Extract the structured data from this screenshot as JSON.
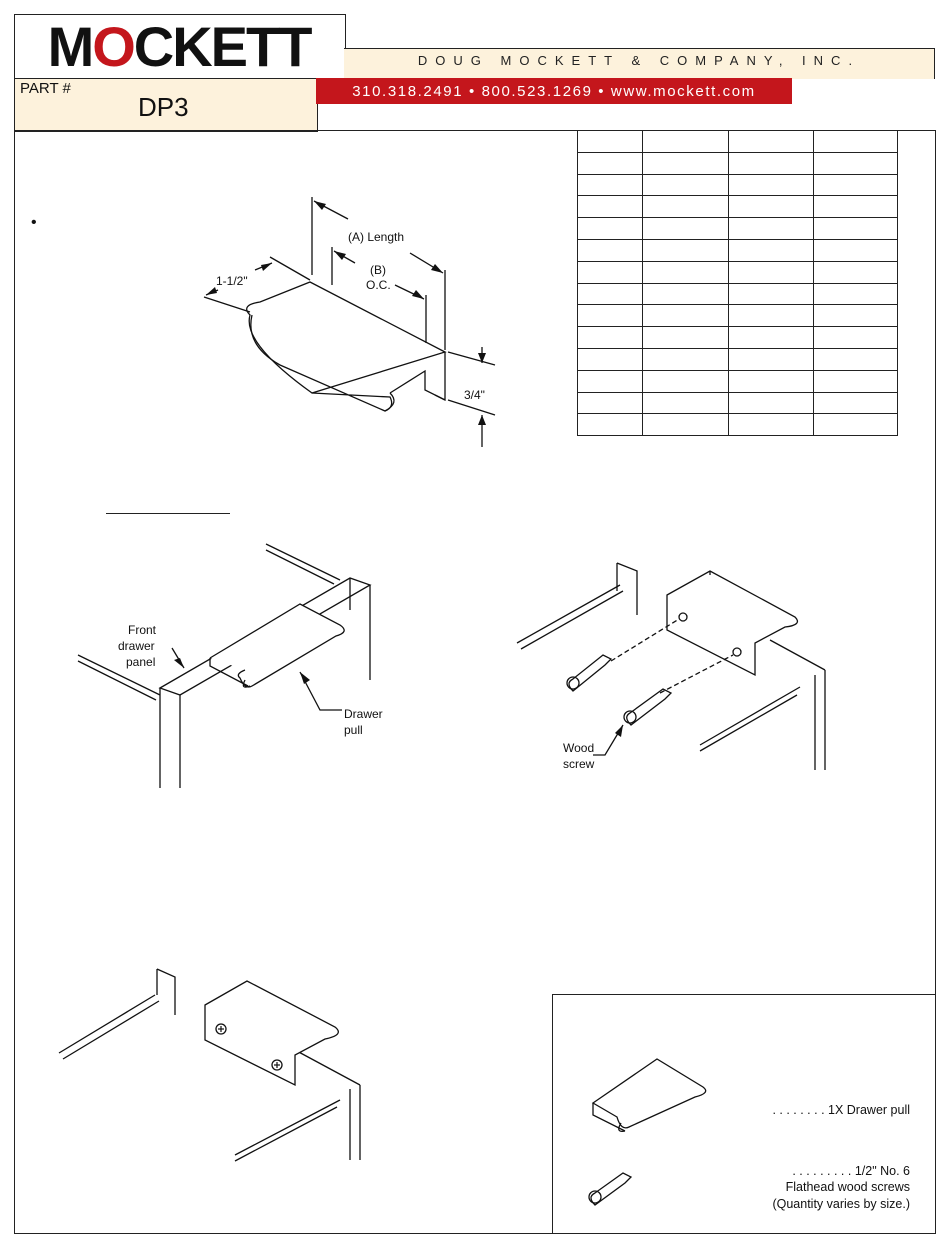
{
  "header": {
    "logo_prefix": "M",
    "logo_o": "O",
    "logo_suffix": "CKETT",
    "company": "DOUG MOCKETT & COMPANY, INC.",
    "part_label": "PART #",
    "part_number": "DP3",
    "contact": "310.318.2491 • 800.523.1269 • www.mockett.com"
  },
  "bullet": "•",
  "dimension_drawing": {
    "length_label": "(A) Length",
    "oc_label_1": "(B)",
    "oc_label_2": "O.C.",
    "depth_label": "1-1/2\"",
    "height_label": "3/4\""
  },
  "step_1": {
    "front_panel_label": [
      "Front",
      "drawer",
      "panel"
    ],
    "drawer_pull_label": [
      "Drawer",
      "pull"
    ]
  },
  "step_2": {
    "wood_screw_label": [
      "Wood",
      "screw"
    ]
  },
  "kit": {
    "item_1": ". . . . . . . . 1X Drawer pull",
    "item_2_line1": ". . . . . . . . . 1/2\" No. 6",
    "item_2_line2": "Flathead wood screws",
    "item_2_line3": "(Quantity varies by size.)"
  },
  "colors": {
    "brand_red": "#c4161c",
    "cream": "#fdf2dc"
  },
  "spec_table": {
    "rows": 14,
    "cols": 4
  }
}
